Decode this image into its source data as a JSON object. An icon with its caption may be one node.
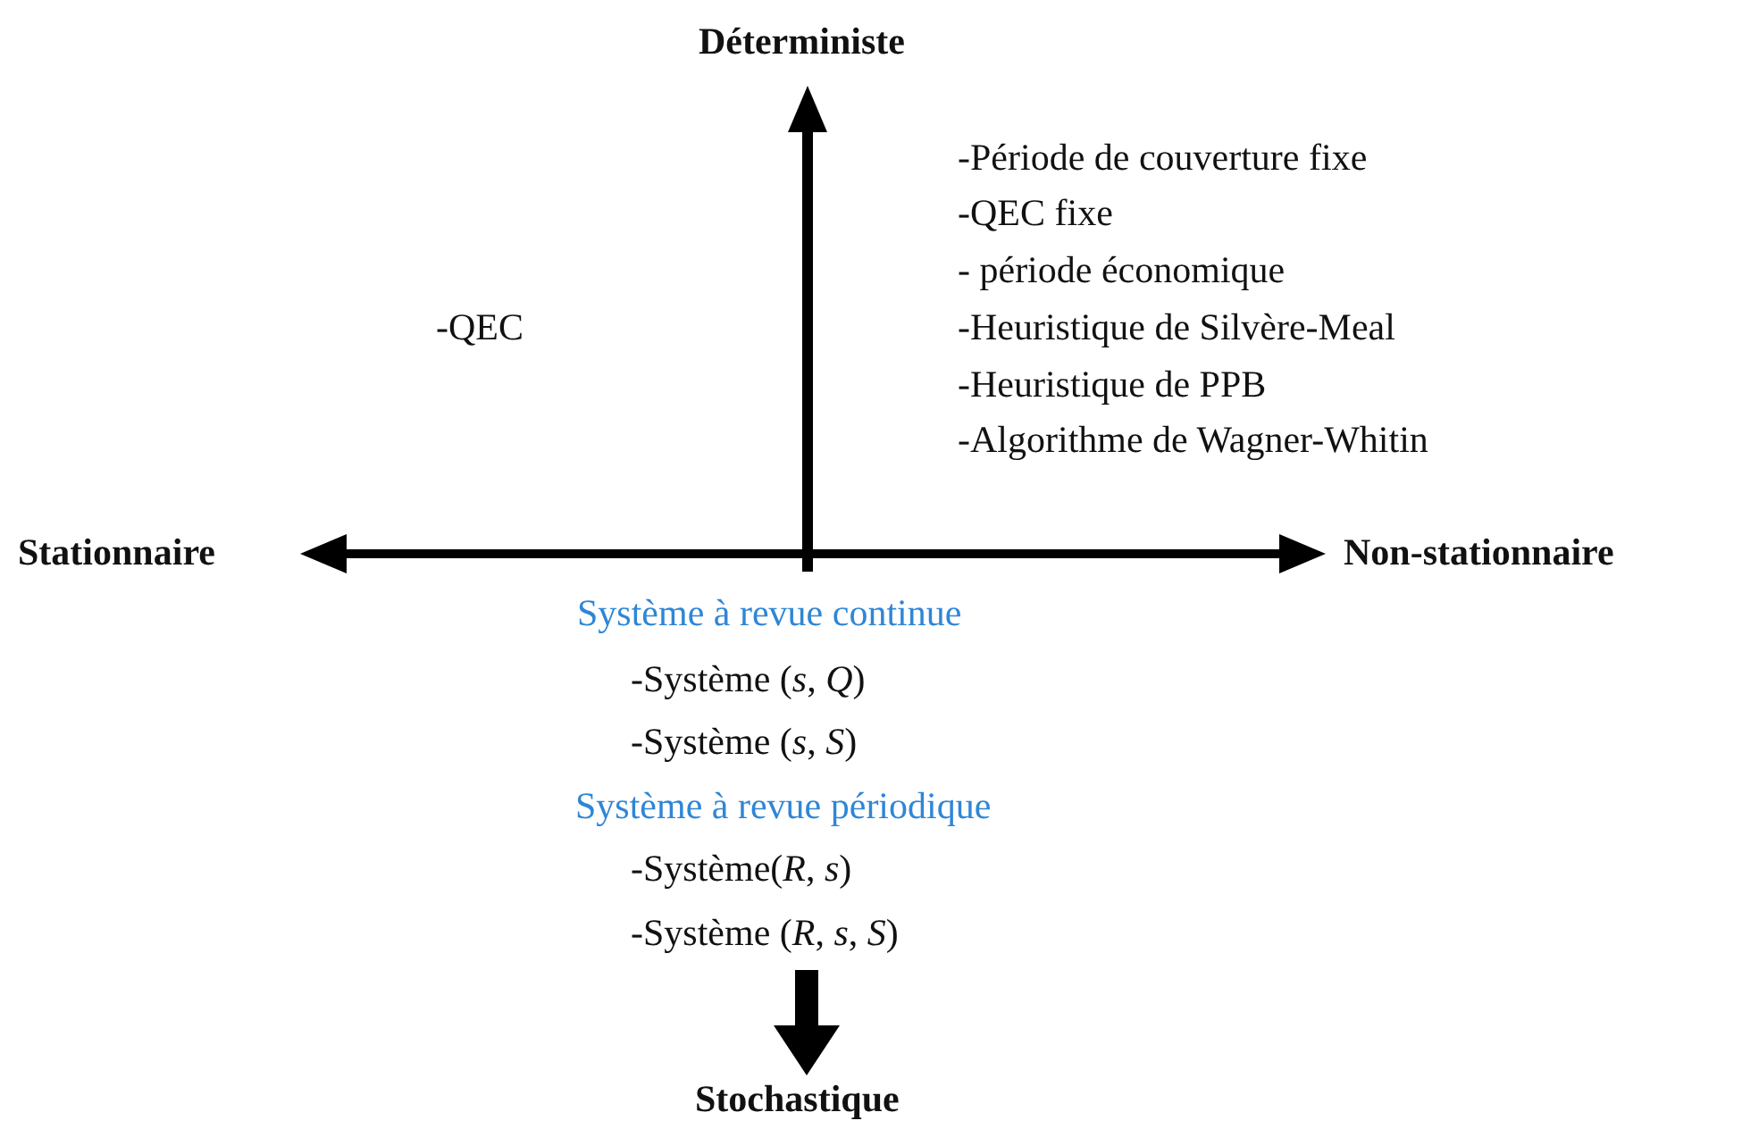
{
  "diagram": {
    "labels": [
      "Déterministe",
      "-QEC",
      "-Période de couverture fixe",
      "-QEC fixe",
      "- période économique",
      "-Heuristique de Silvère-Meal",
      "-Heuristique de PPB",
      "-Algorithme de Wagner-Whitin",
      "Stationnaire",
      "Non-stationnaire",
      "Système à revue continue",
      "-Système  (*s*, *Q*)",
      "-Système  (*s*, *S*)",
      "Système à revue périodique",
      "-Système(*R*, *s*)",
      "-Système  (*R*, *s*, *S*)",
      "Stochastique"
    ]
  }
}
